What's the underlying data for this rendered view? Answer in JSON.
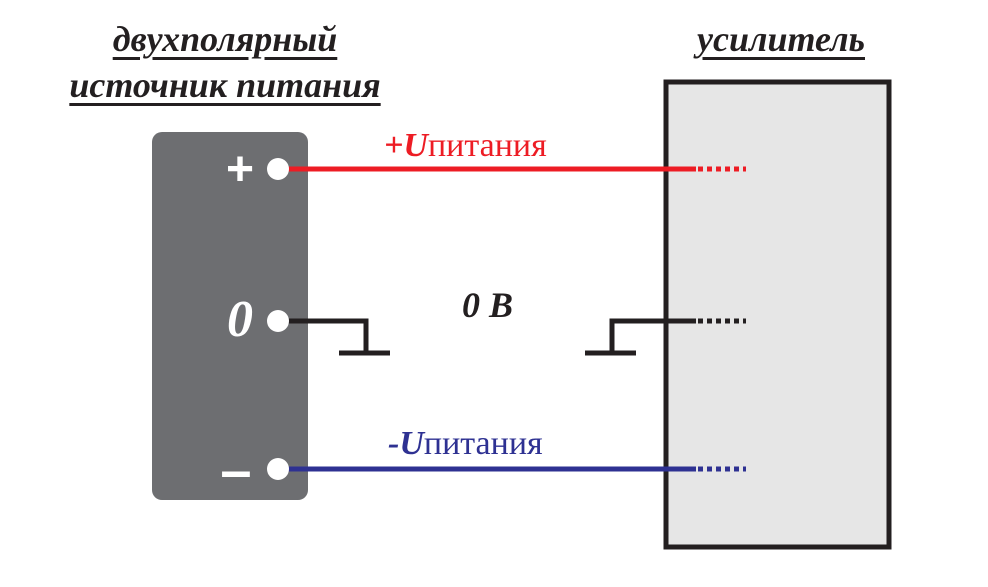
{
  "supply": {
    "title_line1": "двухполярный",
    "title_line2": "источник питания",
    "terminal_plus": "+",
    "terminal_zero": "0",
    "terminal_minus": "–"
  },
  "amplifier": {
    "title": "усилитель"
  },
  "rails": {
    "positive": {
      "symbol": "+U",
      "text": "питания",
      "color": "#ed1c24"
    },
    "ground": {
      "label": "0 В",
      "color": "#231f20"
    },
    "negative": {
      "symbol": "-U",
      "text": "питания",
      "color": "#2e3192"
    }
  },
  "colors": {
    "supply_body": "#6d6e71",
    "amplifier_body": "#e6e6e6",
    "amplifier_border": "#231f20"
  }
}
